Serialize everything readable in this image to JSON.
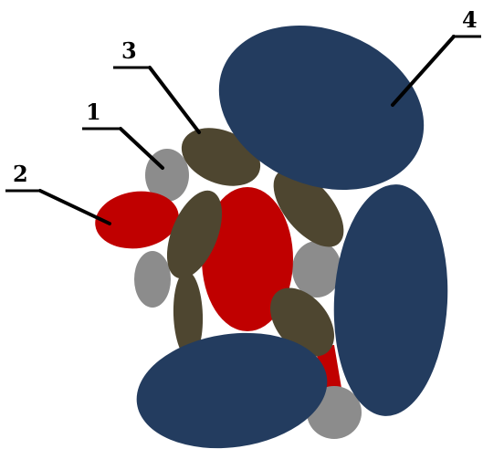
{
  "callouts": [
    {
      "id": "1",
      "label": "1"
    },
    {
      "id": "2",
      "label": "2"
    },
    {
      "id": "3",
      "label": "3"
    },
    {
      "id": "4",
      "label": "4"
    }
  ],
  "colors": {
    "gray": "#8c8c8c",
    "red": "#c00000",
    "olive": "#4e4630",
    "navy": "#233c5f",
    "leader": "#000000",
    "background": "#ffffff"
  }
}
